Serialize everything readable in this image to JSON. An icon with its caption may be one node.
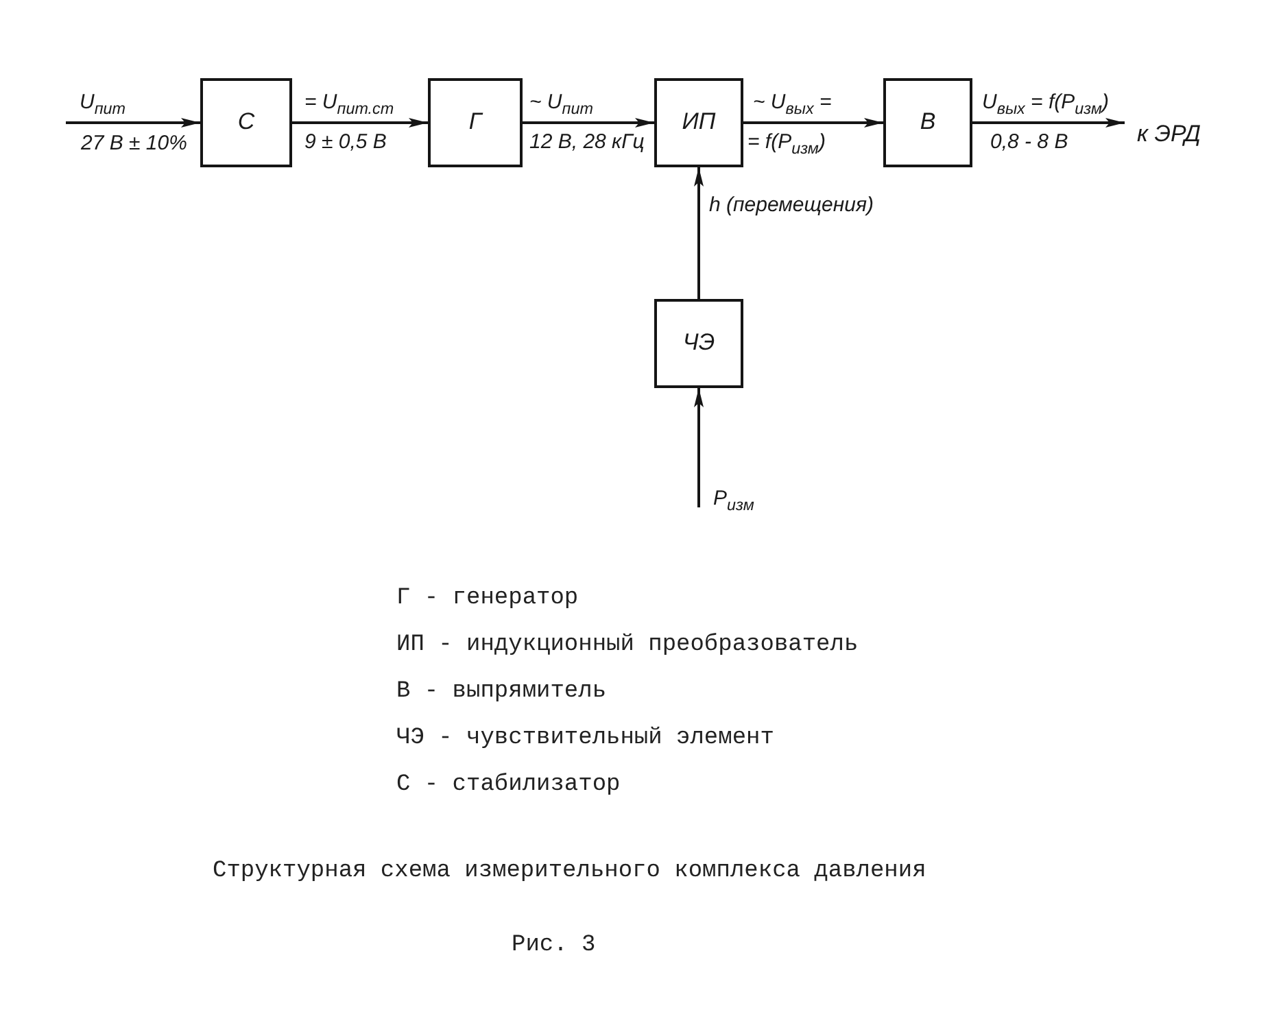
{
  "diagram": {
    "nodes": [
      {
        "text": [
          "С"
        ]
      },
      {
        "text": [
          "Г"
        ]
      },
      {
        "text": [
          "ИП"
        ]
      },
      {
        "text": [
          "В"
        ]
      },
      {
        "text": [
          "к ЭРД"
        ]
      },
      {
        "text": [
          "ЧЭ"
        ]
      }
    ],
    "edges": [
      {
        "from": null,
        "to": 0,
        "arrow": "to",
        "label": "U$_{пит}$"
      },
      {
        "from": 0,
        "to": 1,
        "arrow": "to",
        "label": "= U$_{пит.ст}$"
      },
      {
        "from": 1,
        "to": 2,
        "arrow": "to",
        "label": "~ U$_{пит}$"
      },
      {
        "from": 2,
        "to": 3,
        "arrow": "to",
        "label": "~ U$_{вых}$ ="
      },
      {
        "from": 3,
        "to": 4,
        "arrow": "to",
        "label": "U$_{вых}$ = f(P$_{изм}$)"
      },
      {
        "from": 5,
        "to": 2,
        "arrow": "to",
        "label": "h (перемещения)"
      },
      {
        "from": null,
        "to": 5,
        "arrow": "to",
        "label": "P$_{изм}$"
      }
    ],
    "labels": [
      "27 В ± 10%",
      "9 ± 0,5 В",
      "12 В, 28 кГц",
      "= f(P$_{изм}$)",
      "0,8 - 8 В",
      "Г - генератор",
      "ИП - индукционный преобразователь",
      "В - выпрямитель",
      "ЧЭ - чувствительный элемент",
      "С - стабилизатор",
      "Рис. 3"
    ],
    "caption": "Структурная схема измерительного комплекса давления"
  }
}
